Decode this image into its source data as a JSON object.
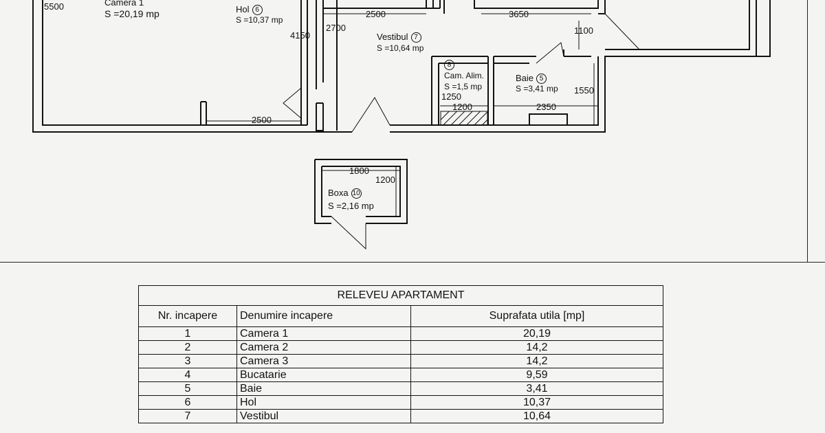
{
  "plan": {
    "rooms": [
      {
        "name": "Camera 1",
        "area": "S =20,19 mp"
      },
      {
        "name": "Hol",
        "number": "6",
        "area": "S =10,37 mp"
      },
      {
        "name": "Vestibul",
        "number": "7",
        "area": "S =10,64 mp"
      },
      {
        "name": "Cam. Alim.",
        "number": "8",
        "area": "S =1,5 mp"
      },
      {
        "name": "Baie",
        "number": "5",
        "area": "S =3,41 mp"
      },
      {
        "name": "Boxa",
        "number": "10",
        "area": "S =2,16 mp"
      }
    ],
    "dimensions": [
      "5500",
      "4150",
      "2700",
      "2500",
      "3650",
      "1100",
      "1250",
      "1200",
      "2350",
      "1550",
      "2500",
      "1800",
      "1200"
    ]
  },
  "table": {
    "title": "RELEVEU APARTAMENT",
    "headers": [
      "Nr. incapere",
      "Denumire incapere",
      "Suprafata utila [mp]"
    ],
    "rows": [
      [
        "1",
        "Camera 1",
        "20,19"
      ],
      [
        "2",
        "Camera 2",
        "14,2"
      ],
      [
        "3",
        "Camera 3",
        "14,2"
      ],
      [
        "4",
        "Bucatarie",
        "9,59"
      ],
      [
        "5",
        "Baie",
        "3,41"
      ],
      [
        "6",
        "Hol",
        "10,37"
      ],
      [
        "7",
        "Vestibul",
        "10,64"
      ]
    ]
  }
}
